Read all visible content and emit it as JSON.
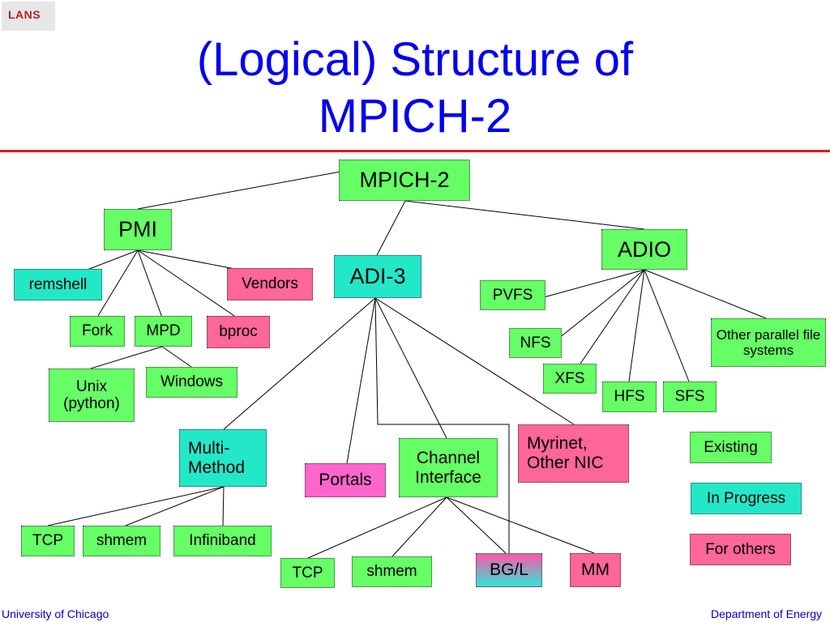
{
  "logo": {
    "text": "LANS"
  },
  "title": {
    "line1": "(Logical) Structure of",
    "line2": "MPICH-2"
  },
  "nodes": {
    "mpich2": "MPICH-2",
    "pmi": "PMI",
    "adi3": "ADI-3",
    "adio": "ADIO",
    "remshell": "remshell",
    "vendors": "Vendors",
    "fork": "Fork",
    "mpd": "MPD",
    "bproc": "bproc",
    "unix": "Unix (python)",
    "windows": "Windows",
    "pvfs": "PVFS",
    "nfs": "NFS",
    "xfs": "XFS",
    "hfs": "HFS",
    "sfs": "SFS",
    "other_fs": "Other parallel file systems",
    "multimethod": "Multi-Method",
    "portals": "Portals",
    "channel": "Channel Interface",
    "myrinet": "Myrinet, Other NIC",
    "tcp1": "TCP",
    "shmem1": "shmem",
    "infiniband": "Infiniband",
    "tcp2": "TCP",
    "shmem2": "shmem",
    "bgl": "BG/L",
    "mm": "MM"
  },
  "legend": {
    "existing": "Existing",
    "in_progress": "In Progress",
    "for_others": "For others"
  },
  "footer": {
    "left": "University of Chicago",
    "right": "Department of Energy"
  },
  "colors": {
    "existing": "#66ff66",
    "in_progress": "#22e8c8",
    "for_others": "#ff6699",
    "portals": "#ff66cc",
    "title": "#0000ee",
    "rule": "#e41b1b",
    "footer": "#0000cc"
  }
}
